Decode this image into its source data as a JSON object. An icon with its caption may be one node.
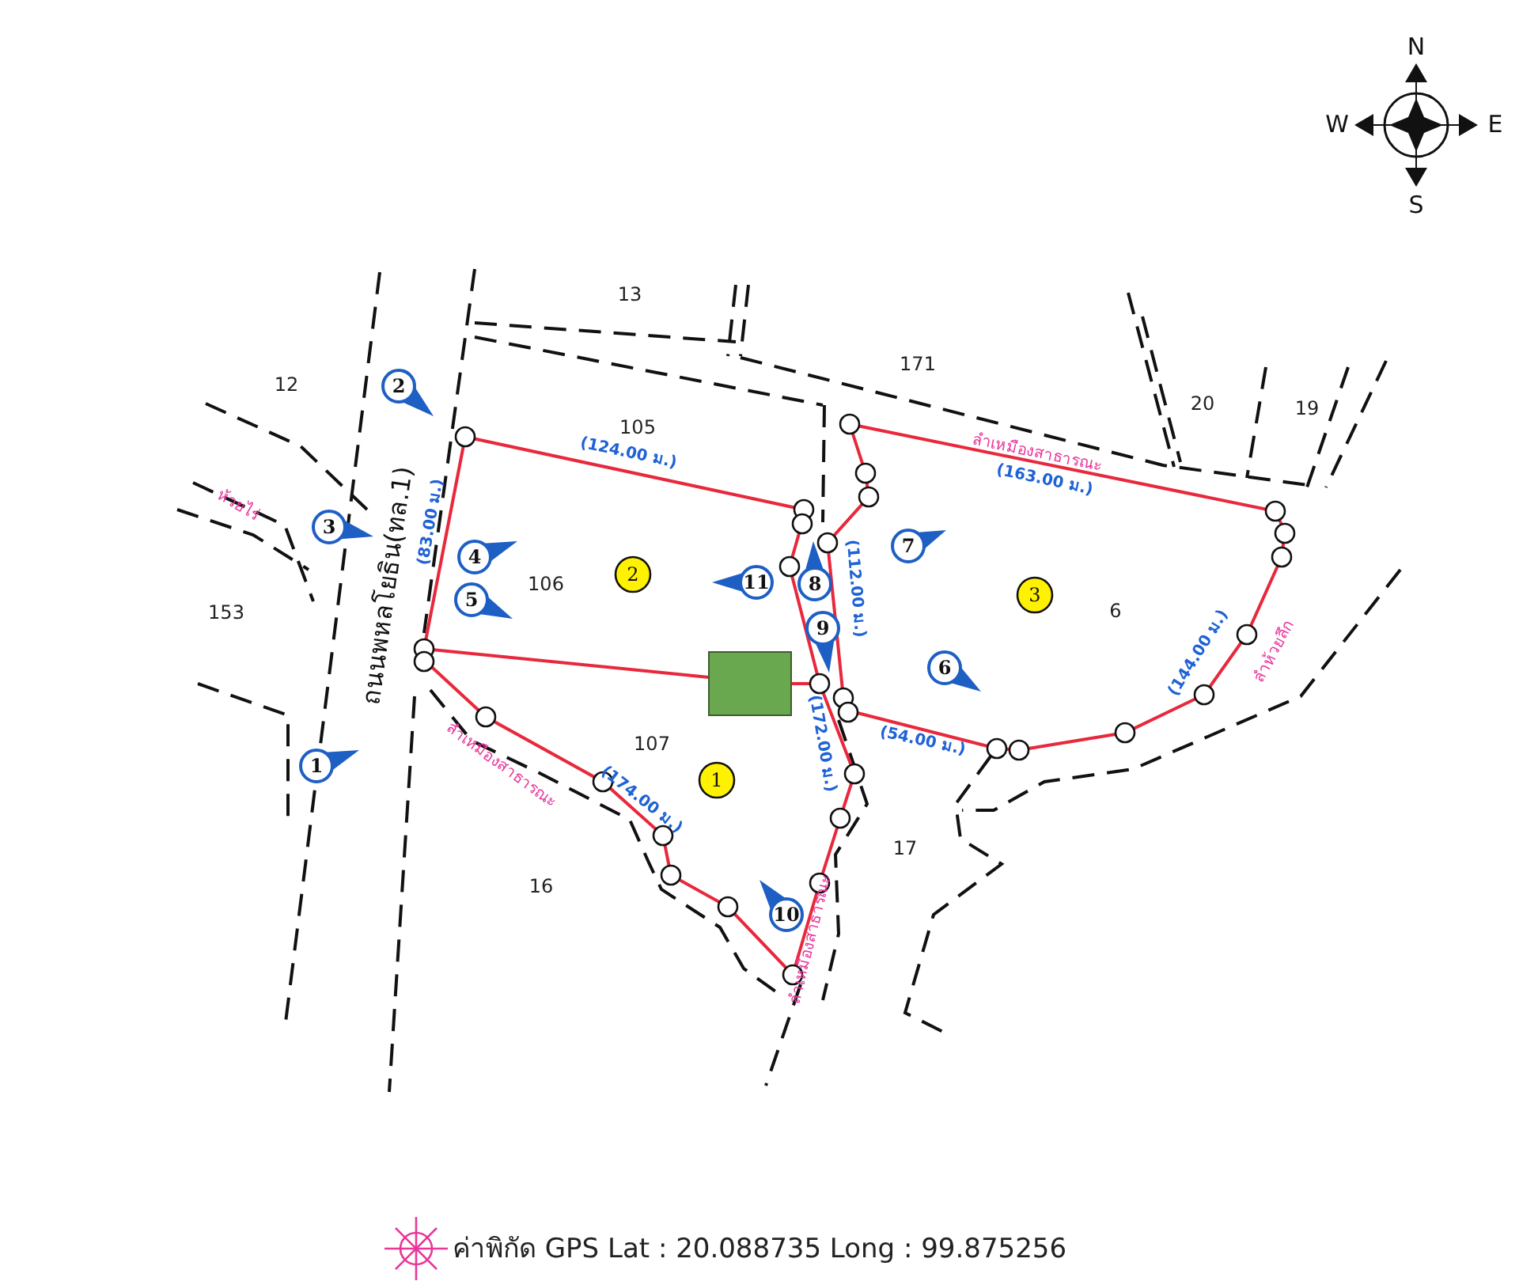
{
  "diagram": {
    "labels": [
      "N",
      "W",
      "E",
      "S",
      "13",
      "12",
      "171",
      "20",
      "19",
      "2",
      "105",
      "ลำเหมืองสาธารณะ",
      "(124.00 ม.)",
      "(163.00 ม.)",
      "ห้วยไร่",
      "3",
      "(83.00 ม.)",
      "4",
      "7",
      "106",
      "2",
      "11",
      "8",
      "(112.00 ม.)",
      "3",
      "5",
      "6",
      "153",
      "ถนนพหลโยธิน(ทล.1)",
      "9",
      "ลำห้วยลึก",
      "(144.00 ม.)",
      "6",
      "(54.00 ม.)",
      "(172.00 ม.)",
      "107",
      "ลำเหมืองสาธารณะ",
      "1",
      "1",
      "(174.00 ม.)",
      "17",
      "16",
      "10",
      "ลำเหมืองสาธารณะ",
      "ค่าพิกัด GPS Lat : 20.088735 Long : 99.875256"
    ]
  }
}
